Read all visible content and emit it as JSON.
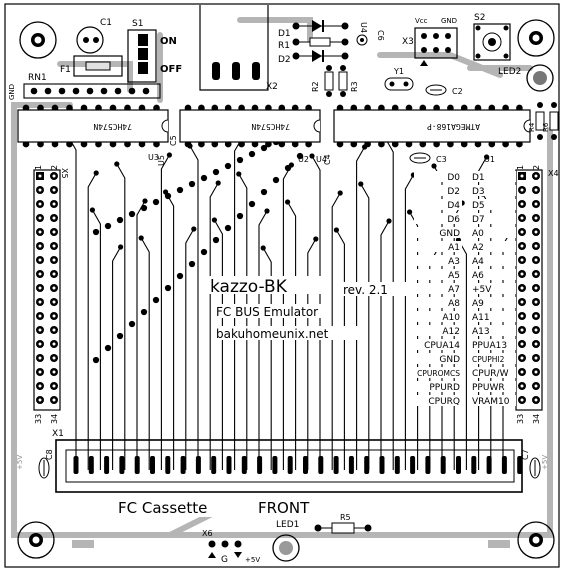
{
  "board": {
    "title": "kazzo-BK",
    "revision": "rev. 2.1",
    "subtitle": "FC BUS Emulator",
    "website": "bakuhomeunix.net",
    "cassette_label": "FC Cassette",
    "front_label": "FRONT"
  },
  "components": {
    "C1": "C1",
    "S1": "S1",
    "ON": "ON",
    "OFF": "OFF",
    "F1": "F1",
    "RN1": "RN1",
    "GND_LEFT": "GND",
    "U3_part": "74HC574N",
    "U2_part": "74HC574N",
    "U1_part": "ATMEGA168-P",
    "U3": "U3",
    "U5": "U5",
    "U2": "U2",
    "U4": "U4",
    "U1": "U1",
    "X2": "X2",
    "D1": "D1",
    "R1": "R1",
    "D2": "D2",
    "U4top": "U4",
    "C6": "C6",
    "X3": "X3",
    "Vcc": "Vcc",
    "GND_X3": "GND",
    "S2": "S2",
    "LED2": "LED2",
    "R2": "R2",
    "R3": "R3",
    "Y1": "Y1",
    "C2": "C2",
    "C3": "C3",
    "C4": "C4",
    "C5": "C5",
    "R4": "R4",
    "R5": "R5",
    "R6": "R6",
    "X5": "X5",
    "X4": "X4",
    "X1": "X1",
    "X6": "X6",
    "C8": "C8",
    "C7": "C7",
    "LED1": "LED1",
    "plus5v": "+5V",
    "X6_gnd": "G",
    "X6_5v": "+5V"
  },
  "header_x5_numbers": {
    "top_left": "1",
    "top_right": "2",
    "bottom_left": "33",
    "bottom_right": "34"
  },
  "header_x4_numbers": {
    "top_left": "1",
    "top_right": "2",
    "bottom_left": "33",
    "bottom_right": "34"
  },
  "pin_labels_left": [
    "D0",
    "D2",
    "D4",
    "D6",
    "GND",
    "A1",
    "A3",
    "A5",
    "A7",
    "A8",
    "A10",
    "A12",
    "CPUA14",
    "GND",
    "CPUROMCS",
    "PPURD",
    "CPURQ"
  ],
  "pin_labels_right": [
    "D1",
    "D3",
    "D5",
    "D7",
    "A0",
    "A2",
    "A4",
    "A6",
    "+5V",
    "A9",
    "A11",
    "A13",
    "PPUA13",
    "CPUPHI2",
    "CPUR/W",
    "PPUWR",
    "VRAM10"
  ]
}
